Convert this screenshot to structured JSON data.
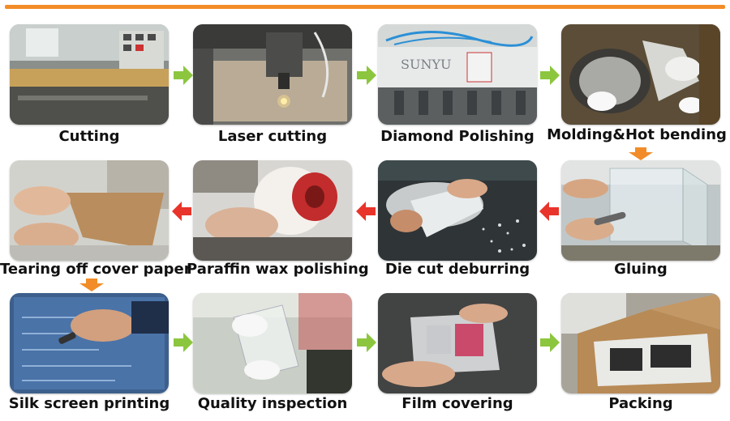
{
  "accent_color": "#f28c28",
  "arrow_colors": {
    "green": "#8cc63f",
    "red": "#e8342a",
    "orange": "#f28c28"
  },
  "steps": [
    {
      "label": "Cutting"
    },
    {
      "label": "Laser cutting"
    },
    {
      "label": "Diamond Polishing",
      "machine_text": "SUNYU"
    },
    {
      "label": "Molding&Hot bending"
    },
    {
      "label": "Gluing"
    },
    {
      "label": "Die cut deburring"
    },
    {
      "label": "Paraffin wax polishing"
    },
    {
      "label": "Tearing off cover paper"
    },
    {
      "label": "Silk screen printing"
    },
    {
      "label": "Quality inspection"
    },
    {
      "label": "Film covering"
    },
    {
      "label": "Packing"
    }
  ]
}
